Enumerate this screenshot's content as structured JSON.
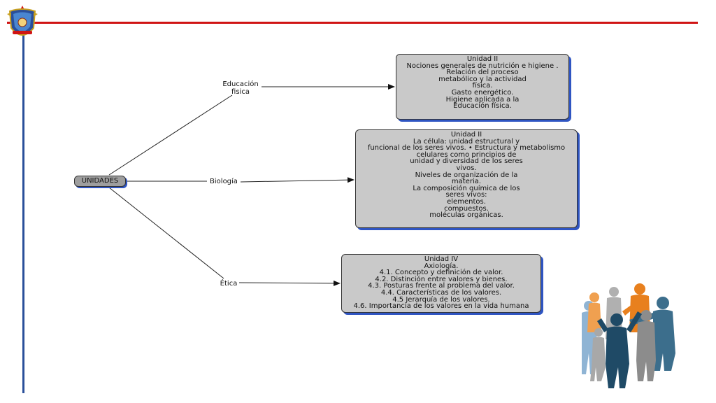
{
  "root": {
    "label": "UNIDADES"
  },
  "branches": [
    {
      "label": "Educación\nfisica",
      "box_lines": [
        "Unidad II",
        "Nociones generales de nutrición e higiene .",
        "Relación del proceso",
        "metabólico y la actividad",
        "física.",
        "Gasto energético.",
        "Higiene aplicada a la",
        "Educación física."
      ]
    },
    {
      "label": "Biología",
      "box_lines": [
        "Unidad II",
        "La célula: unidad estructural y",
        "funcional de los seres vivos. • Estructura y metabolismo",
        "celulares como principios de",
        "unidad y diversidad de los seres",
        "vivos.",
        "Niveles de organización de la",
        "materia.",
        "La composición química de los",
        "seres vivos:",
        "elementos.",
        "compuestos.",
        "moléculas orgánicas."
      ]
    },
    {
      "label": "Ética",
      "box_lines": [
        "Unidad IV",
        "Axiología.",
        "4.1. Concepto y definición de valor.",
        "4.2. Distinción entre valores y bienes.",
        "4.3. Posturas frente al problema del valor.",
        "4.4. Características de los valores.",
        "4.5 Jerarquía de los valores.",
        "4.6. Importancia de los valores en la vida humana"
      ]
    }
  ],
  "colors": {
    "accent_red": "#d01414",
    "accent_blue": "#2a4f9a",
    "box_fill": "#c9c9c9",
    "box_shadow": "#2f55c2"
  },
  "decorations": {
    "crest": "institution-crest-icon",
    "people": "people-group-illustration"
  }
}
